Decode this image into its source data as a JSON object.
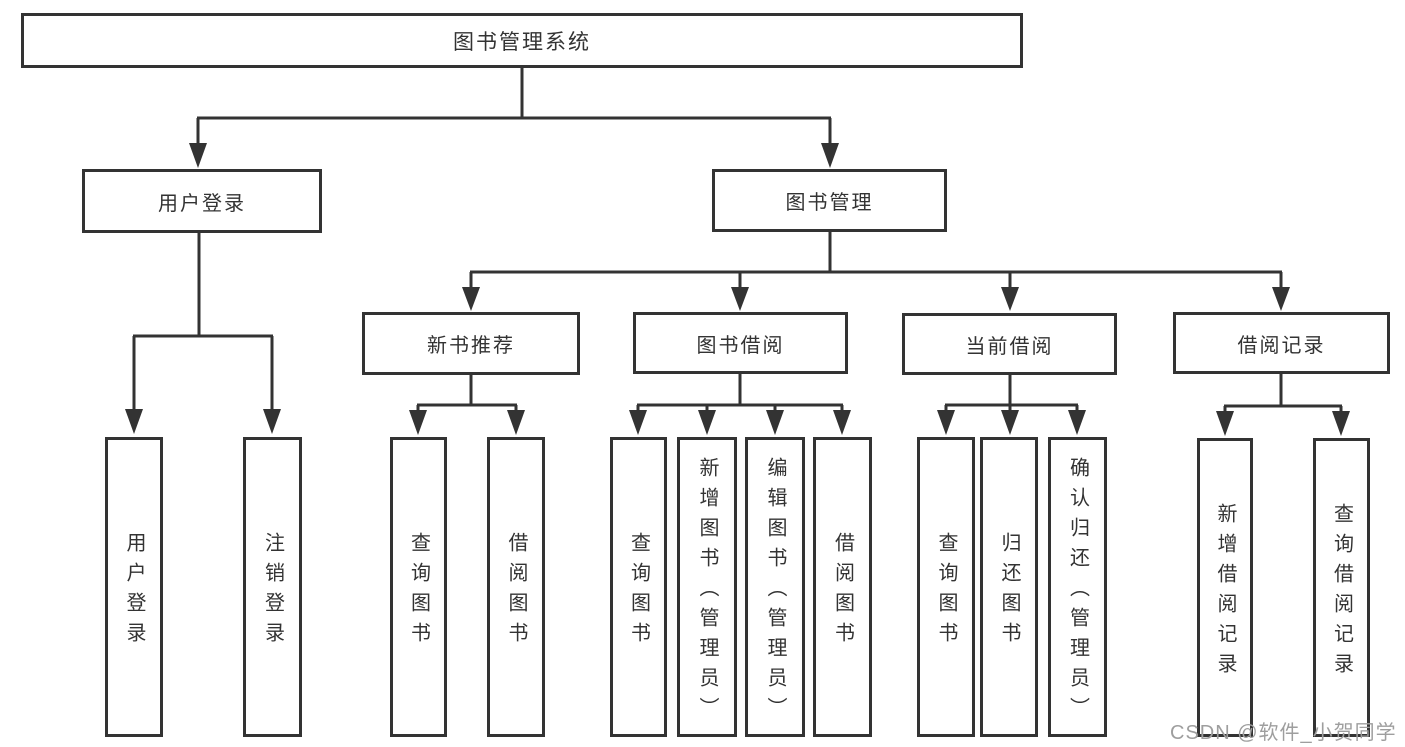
{
  "diagram_type": "functional-structure-tree",
  "colors": {
    "line": "#333333",
    "box_border": "#333333",
    "text": "#333333",
    "background": "#ffffff",
    "watermark": "#9e9e9e"
  },
  "tree": {
    "label": "图书管理系统",
    "children": [
      {
        "label": "用户登录",
        "children": [
          {
            "label": "用户登录"
          },
          {
            "label": "注销登录"
          }
        ]
      },
      {
        "label": "图书管理",
        "children": [
          {
            "label": "新书推荐",
            "children": [
              {
                "label": "查询图书"
              },
              {
                "label": "借阅图书"
              }
            ]
          },
          {
            "label": "图书借阅",
            "children": [
              {
                "label": "查询图书"
              },
              {
                "label": "新增图书（管理员）"
              },
              {
                "label": "编辑图书（管理员）"
              },
              {
                "label": "借阅图书"
              }
            ]
          },
          {
            "label": "当前借阅",
            "children": [
              {
                "label": "查询图书"
              },
              {
                "label": "归还图书"
              },
              {
                "label": "确认归还（管理员）"
              }
            ]
          },
          {
            "label": "借阅记录",
            "children": [
              {
                "label": "新增借阅记录"
              },
              {
                "label": "查询借阅记录"
              }
            ]
          }
        ]
      }
    ]
  },
  "watermark": {
    "text": "CSDN @软件_小贺同学"
  }
}
